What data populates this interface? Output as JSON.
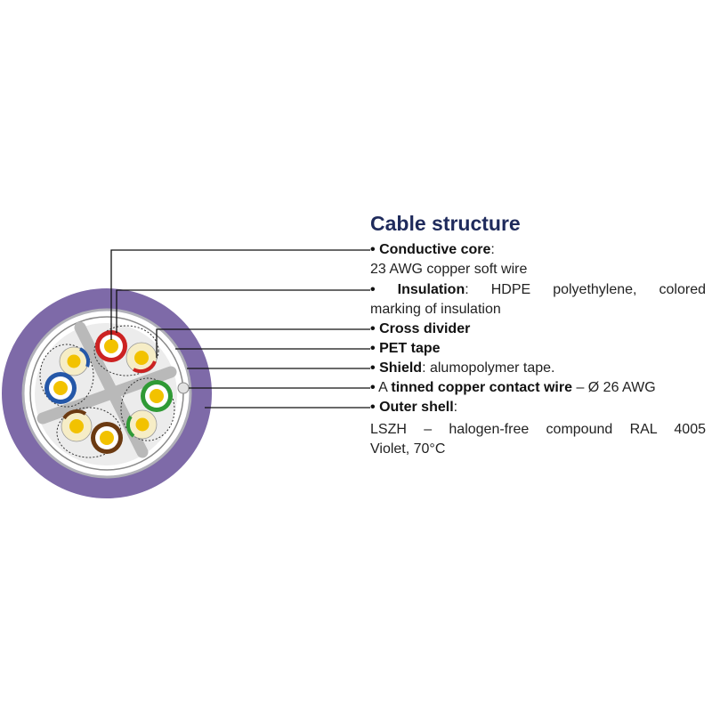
{
  "title": "Cable structure",
  "bullet": "•",
  "items": [
    {
      "term": "Conductive core",
      "text": ":",
      "desc": "23 AWG copper soft wire"
    },
    {
      "term": "Insulation",
      "text": ": HDPE polyethylene, colored",
      "desc": "marking of insulation"
    },
    {
      "term": "Cross divider",
      "text": "",
      "desc": ""
    },
    {
      "term": "PET tape",
      "text": "",
      "desc": ""
    },
    {
      "term": "Shield",
      "text": ": alumopolymer tape.",
      "desc": ""
    },
    {
      "prefix": "A ",
      "term": "tinned copper contact wire",
      "text": " – Ø 26 AWG",
      "desc": ""
    },
    {
      "term": "Outer shell",
      "text": ":",
      "desc": "LSZH – halogen-free compound RAL 4005",
      "desc2": "Violet, 70°C"
    }
  ],
  "colors": {
    "outer_shell": "#7e6aa8",
    "title": "#1f2b5c",
    "pair_red": "#cc2222",
    "pair_blue": "#2457a8",
    "pair_green": "#2f9a35",
    "pair_brown": "#6b3a12",
    "conductor": "#f2c200"
  }
}
